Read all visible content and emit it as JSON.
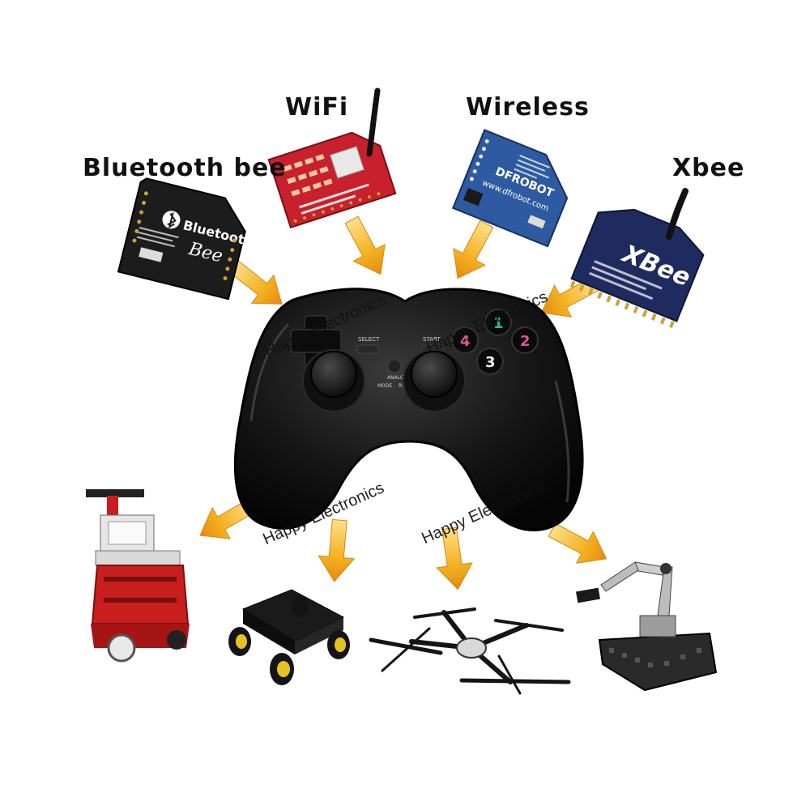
{
  "modules": {
    "bluetooth": "Bluetooth bee",
    "wifi": "WiFi",
    "wireless": "Wireless",
    "xbee": "Xbee"
  },
  "watermark": "Happy Electronics",
  "gamepad": {
    "select": "SELECT",
    "start": "START",
    "analog": "ANALOG",
    "mode": "MODE",
    "rx": "RX",
    "buttons": [
      "1",
      "2",
      "3",
      "4"
    ]
  },
  "board_text": {
    "bluetooth_brand": "Bluetooth",
    "bluetooth_bee": "Bee",
    "wireless_brand": "DFROBOT",
    "wireless_url": "www.dfrobot.com",
    "xbee_brand": "XBee"
  },
  "colors": {
    "arrow": "#f4b222",
    "arrow_dark": "#e58a0e",
    "gamepad": "#141414",
    "wifi_board": "#c8202c",
    "wireless_board": "#2d5aa0",
    "xbee_board": "#1f2a5e",
    "robot_red": "#c81e1e"
  }
}
